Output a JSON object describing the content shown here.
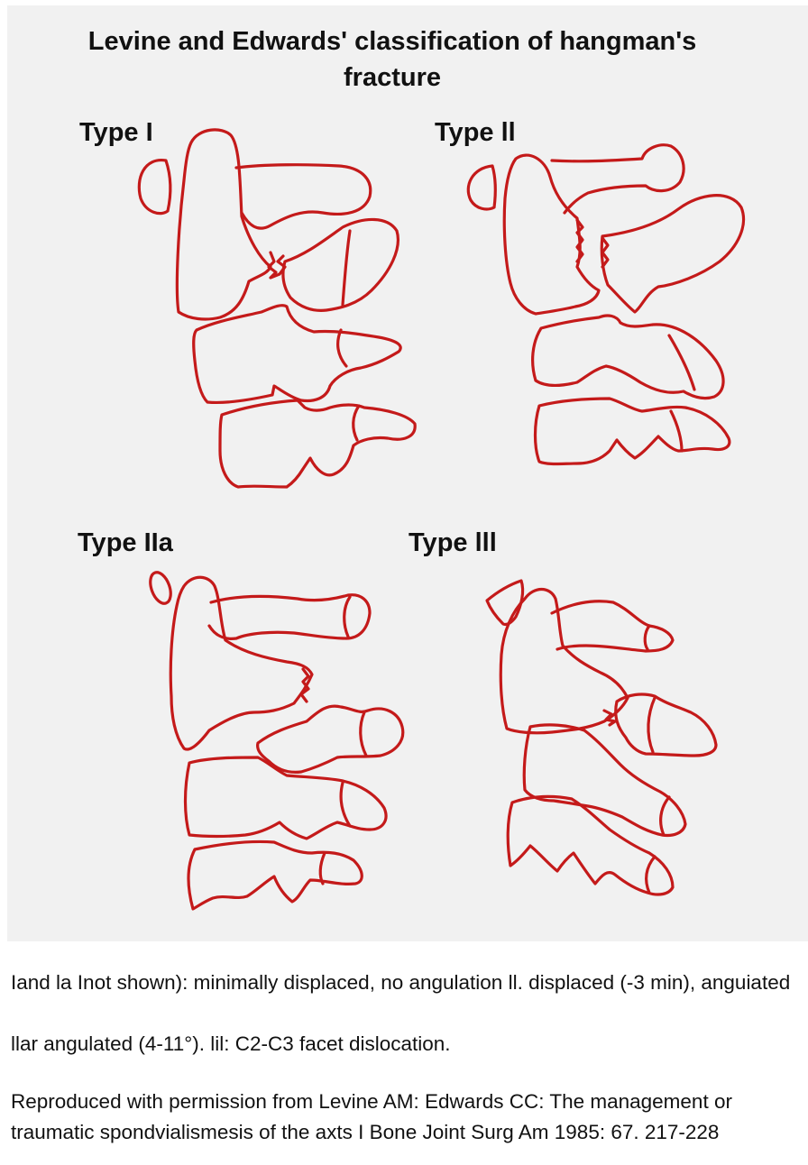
{
  "title": "Levine and Edwards' classification of hangman's fracture",
  "types": [
    {
      "label": "Type I"
    },
    {
      "label": "Type ll"
    },
    {
      "label": "Type IIa"
    },
    {
      "label": "Type lll"
    }
  ],
  "caption": {
    "line_1": "Iand la Inot shown): minimally displaced, no angulation ll. displaced (-3 min), anguiated",
    "line_2": "llar angulated (4-11°). lil: C2-C3 facet dislocation."
  },
  "reference": "Reproduced with permission from Levine AM: Edwards CC: The management or traumatic spondvialismesis of the axts I Bone Joint Surg Am 1985: 67. 217-228",
  "colors": {
    "outline": "#c41a1a",
    "panel_background": "#f1f1f1"
  }
}
